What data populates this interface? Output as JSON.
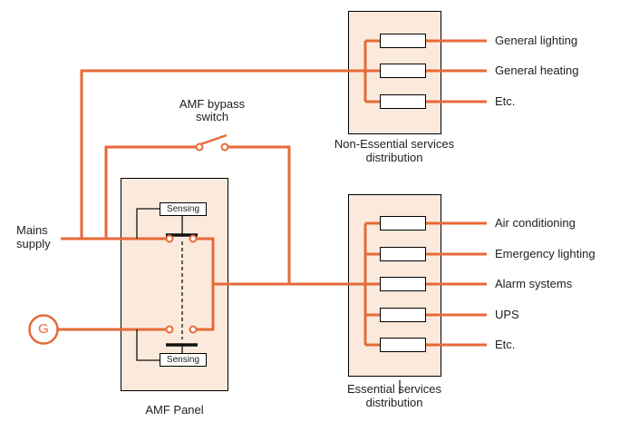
{
  "colors": {
    "wire_orange": "#e66a38",
    "panel_fill": "#fbeadb",
    "box_outline": "#000000",
    "text": "#1f1f1f"
  },
  "labels": {
    "mains_supply": "Mains supply",
    "amf_bypass_switch": "AMF bypass switch",
    "amf_panel": "AMF Panel",
    "generator": "G",
    "sensing": "Sensing"
  },
  "non_essential": {
    "title": "Non-Essential services distribution",
    "circuits": [
      "General lighting",
      "General heating",
      "Etc."
    ]
  },
  "essential": {
    "title": "Essential services distribution",
    "circuits": [
      "Air conditioning",
      "Emergency lighting",
      "Alarm systems",
      "UPS",
      "Etc."
    ]
  }
}
